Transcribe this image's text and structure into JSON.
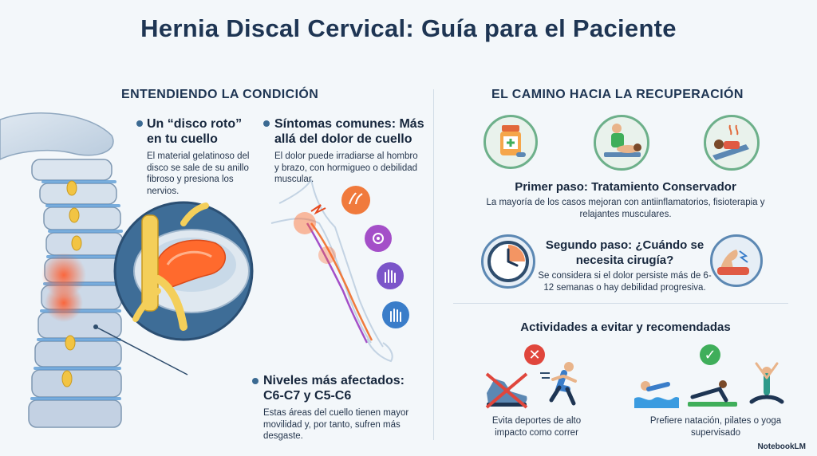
{
  "title": "Hernia Discal Cervical: Guía para el Paciente",
  "left": {
    "section_title": "ENTENDIENDO LA CONDICIÓN",
    "disc": {
      "heading": "Un “disco roto” en tu cuello",
      "text": "El material gelatinoso del disco se sale de su anillo fibroso y presiona los nervios."
    },
    "symptoms": {
      "heading": "Síntomas comunes: Más allá del dolor de cuello",
      "text": "El dolor puede irradiarse al hombro y brazo, con hormigueo o debilidad muscular."
    },
    "levels": {
      "heading": "Niveles más afectados: C6-C7 y C5-C6",
      "text": "Estas áreas del cuello tienen mayor movilidad y, por tanto, sufren más desgaste."
    }
  },
  "right": {
    "section_title": "EL CAMINO HACIA LA RECUPERACIÓN",
    "step1": {
      "title": "Primer paso: Tratamiento Conservador",
      "text": "La mayoría de los casos mejoran con antiinflamatorios, fisioterapia y relajantes musculares."
    },
    "step2": {
      "title": "Segundo paso: ¿Cuándo se necesita cirugía?",
      "text": "Se considera si el dolor persiste más de 6-12 semanas o hay debilidad progresiva."
    },
    "activities": {
      "title": "Actividades a evitar y recomendadas",
      "avoid_text": "Evita deportes de alto impacto como correr",
      "recommend_text": "Prefiere natación, pilates o yoga supervisado",
      "avoid_symbol": "✕",
      "recommend_symbol": "✓"
    }
  },
  "brand": "NotebookLM",
  "icons": {
    "medication": "medicine-bottle-icon",
    "physio": "physiotherapy-icon",
    "relax": "heat-therapy-icon",
    "clock": "clock-icon",
    "weakness": "arm-weakness-icon"
  },
  "colors": {
    "title": "#1e3553",
    "accent_green": "#6db08a",
    "accent_blue": "#5c88b3",
    "avoid_red": "#e0463c",
    "recommend_green": "#3fae5a",
    "pain_orange": "#f0662f"
  }
}
